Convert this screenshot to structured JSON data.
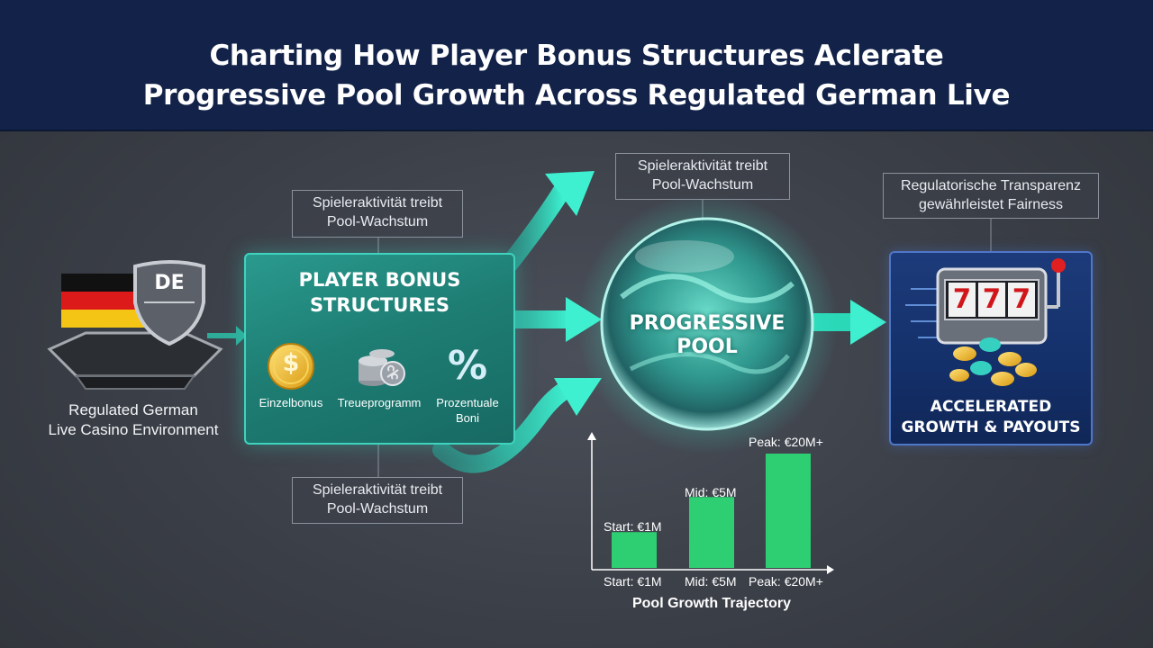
{
  "title": {
    "line1": "Charting How Player Bonus Structures Aclerate",
    "line2": "Progressive Pool Growth Across Regulated German Live"
  },
  "environment": {
    "badge_text": "DE",
    "label_line1": "Regulated German",
    "label_line2": "Live Casino Environment"
  },
  "callouts": {
    "top_left": {
      "line1": "Spieleraktivität treibt",
      "line2": "Pool-Wachstum"
    },
    "top_center": {
      "line1": "Spieleraktivität treibt",
      "line2": "Pool-Wachstum"
    },
    "bottom_left": {
      "line1": "Spieleraktivität treibt",
      "line2": "Pool-Wachstum"
    },
    "top_right": {
      "line1": "Regulatorische Transparenz",
      "line2": "gewährleistet Fairness"
    }
  },
  "bonus_structures": {
    "title_line1": "PLAYER BONUS",
    "title_line2": "STRUCTURES",
    "items": [
      {
        "label": "Einzelbonus",
        "icon": "dollar-coin-icon"
      },
      {
        "label": "Treueprogramm",
        "icon": "coin-stack-icon"
      },
      {
        "label": "Prozentuale Boni",
        "icon": "percent-icon"
      }
    ],
    "percent_symbol": "%",
    "dollar_symbol": "$"
  },
  "pool": {
    "line1": "PROGRESSIVE",
    "line2": "POOL"
  },
  "accelerated": {
    "line1": "ACCELERATED",
    "line2": "GROWTH & PAYOUTS",
    "reel_symbols": [
      "7",
      "7",
      "7"
    ]
  },
  "colors": {
    "header": "#122248",
    "teal": "#2fd9bd",
    "bar_green": "#2ecf72",
    "navy_box": "#14306a"
  },
  "chart_data": {
    "type": "bar",
    "title": "Pool Growth Trajectory",
    "categories": [
      "Start: €1M",
      "Mid: €5M",
      "Peak: €20M+"
    ],
    "values": [
      1,
      5,
      20
    ],
    "bar_labels": [
      "Start: €1M",
      "Mid: €5M",
      "Peak: €20M+"
    ],
    "ylim": [
      0,
      22
    ],
    "grid": false,
    "legend": "none"
  }
}
